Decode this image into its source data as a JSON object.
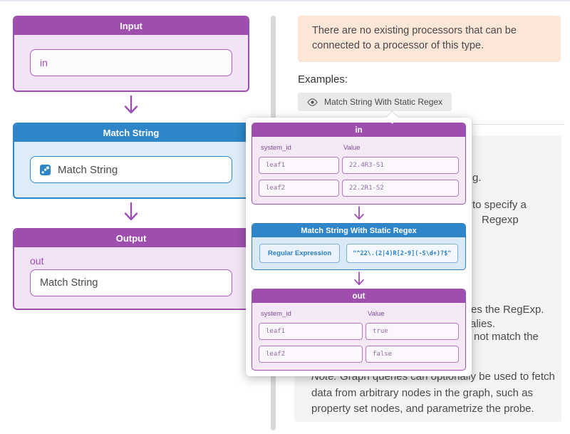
{
  "colors": {
    "purple": "#9e4fae",
    "purple_light": "#f2e3f6",
    "purple_text": "#9b4fb3",
    "blue": "#2e86c8",
    "blue_light": "#ddedf8",
    "notice_bg": "#fbe6d8",
    "chip_bg": "#e9e9e9",
    "panel_bg": "#f4f4f4",
    "text_dark": "#4a4a4a"
  },
  "flow": {
    "input": {
      "title": "Input",
      "field": "in"
    },
    "match": {
      "title": "Match String",
      "field": "Match String"
    },
    "output": {
      "title": "Output",
      "label": "out",
      "field": "Match String"
    }
  },
  "panel": {
    "notice": "There are no existing processors that can be connected to a processor of this type.",
    "examples_label": "Examples:",
    "chip_label": "Match String With Static Regex",
    "fragments": [
      "g.",
      "to specify a",
      "Regexp",
      "es the RegExp.",
      "alies.",
      "not match the"
    ],
    "note_prefix": "Note:",
    "note_body": " Graph queries can optionally be used to fetch data from arbitrary nodes in the graph, such as property set nodes, and parametrize the probe."
  },
  "popup": {
    "in_table": {
      "title": "in",
      "col1": "system_id",
      "col2": "Value",
      "rows": [
        {
          "id": "leaf1",
          "value": "22.4R3-S1"
        },
        {
          "id": "leaf2",
          "value": "22.2R1-S2"
        }
      ]
    },
    "regex": {
      "title": "Match String With Static Regex",
      "label": "Regular Expression",
      "value": "\"^22\\.(2|4)R[2-9](-S\\d+)?$\""
    },
    "out_table": {
      "title": "out",
      "col1": "system_id",
      "col2": "Value",
      "rows": [
        {
          "id": "leaf1",
          "value": "true"
        },
        {
          "id": "leaf2",
          "value": "false"
        }
      ]
    }
  }
}
